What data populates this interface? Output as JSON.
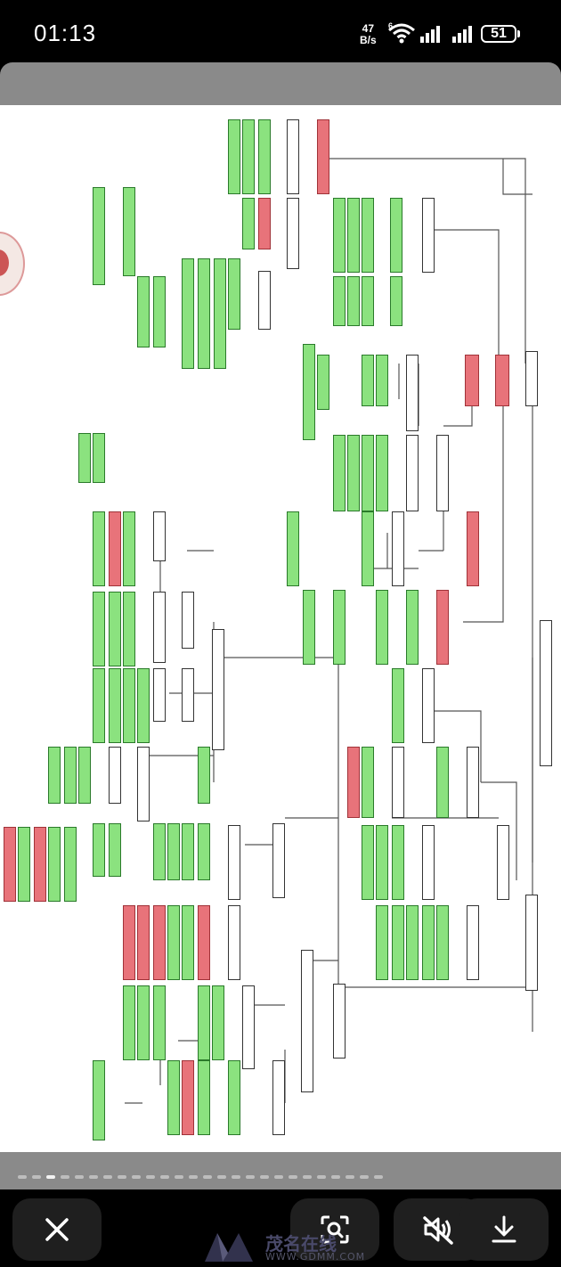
{
  "status_bar": {
    "time": "01:13",
    "net_speed_value": "47",
    "net_speed_unit": "B/s",
    "wifi_badge": "6",
    "battery": "51",
    "icons": [
      "wifi-icon",
      "signal-icon",
      "signal-icon",
      "battery-icon"
    ]
  },
  "viewer": {
    "image_description_text_visible": "",
    "watermark": {
      "text": "茂名在线",
      "url": "WWW.GDMM.COM"
    }
  },
  "buttons": [
    {
      "name": "close-button",
      "icon": "close-icon"
    },
    {
      "name": "image-search-button",
      "icon": "scan-search-icon"
    },
    {
      "name": "mute-button",
      "icon": "muted-speaker-icon"
    },
    {
      "name": "download-button",
      "icon": "download-icon"
    }
  ],
  "page_indicator": {
    "count": 26,
    "active_index": 2
  }
}
